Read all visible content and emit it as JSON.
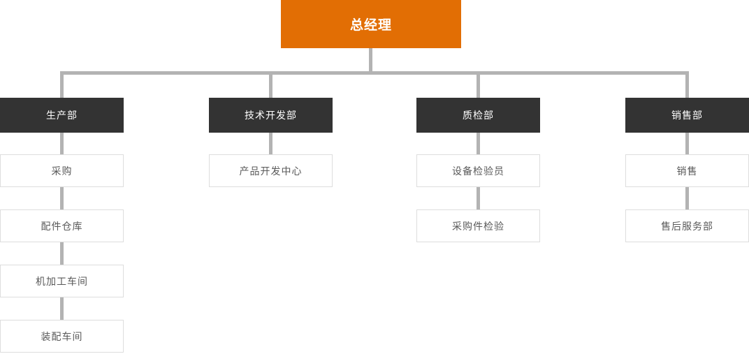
{
  "chart": {
    "type": "org-chart",
    "root": {
      "label": "总经理"
    },
    "branches": [
      {
        "label": "生产部",
        "children": [
          "采购",
          "配件仓库",
          "机加工车间",
          "装配车间"
        ]
      },
      {
        "label": "技术开发部",
        "children": [
          "产品开发中心"
        ]
      },
      {
        "label": "质检部",
        "children": [
          "设备检验员",
          "采购件检验"
        ]
      },
      {
        "label": "销售部",
        "children": [
          "销售",
          "售后服务部"
        ]
      }
    ],
    "colors": {
      "root_bg": "#e26e04",
      "root_text": "#ffffff",
      "dept_bg": "#333333",
      "dept_text": "#ffffff",
      "child_bg": "#ffffff",
      "child_border": "#dddddd",
      "child_text": "#595959",
      "connector": "#b3b3b3"
    }
  }
}
